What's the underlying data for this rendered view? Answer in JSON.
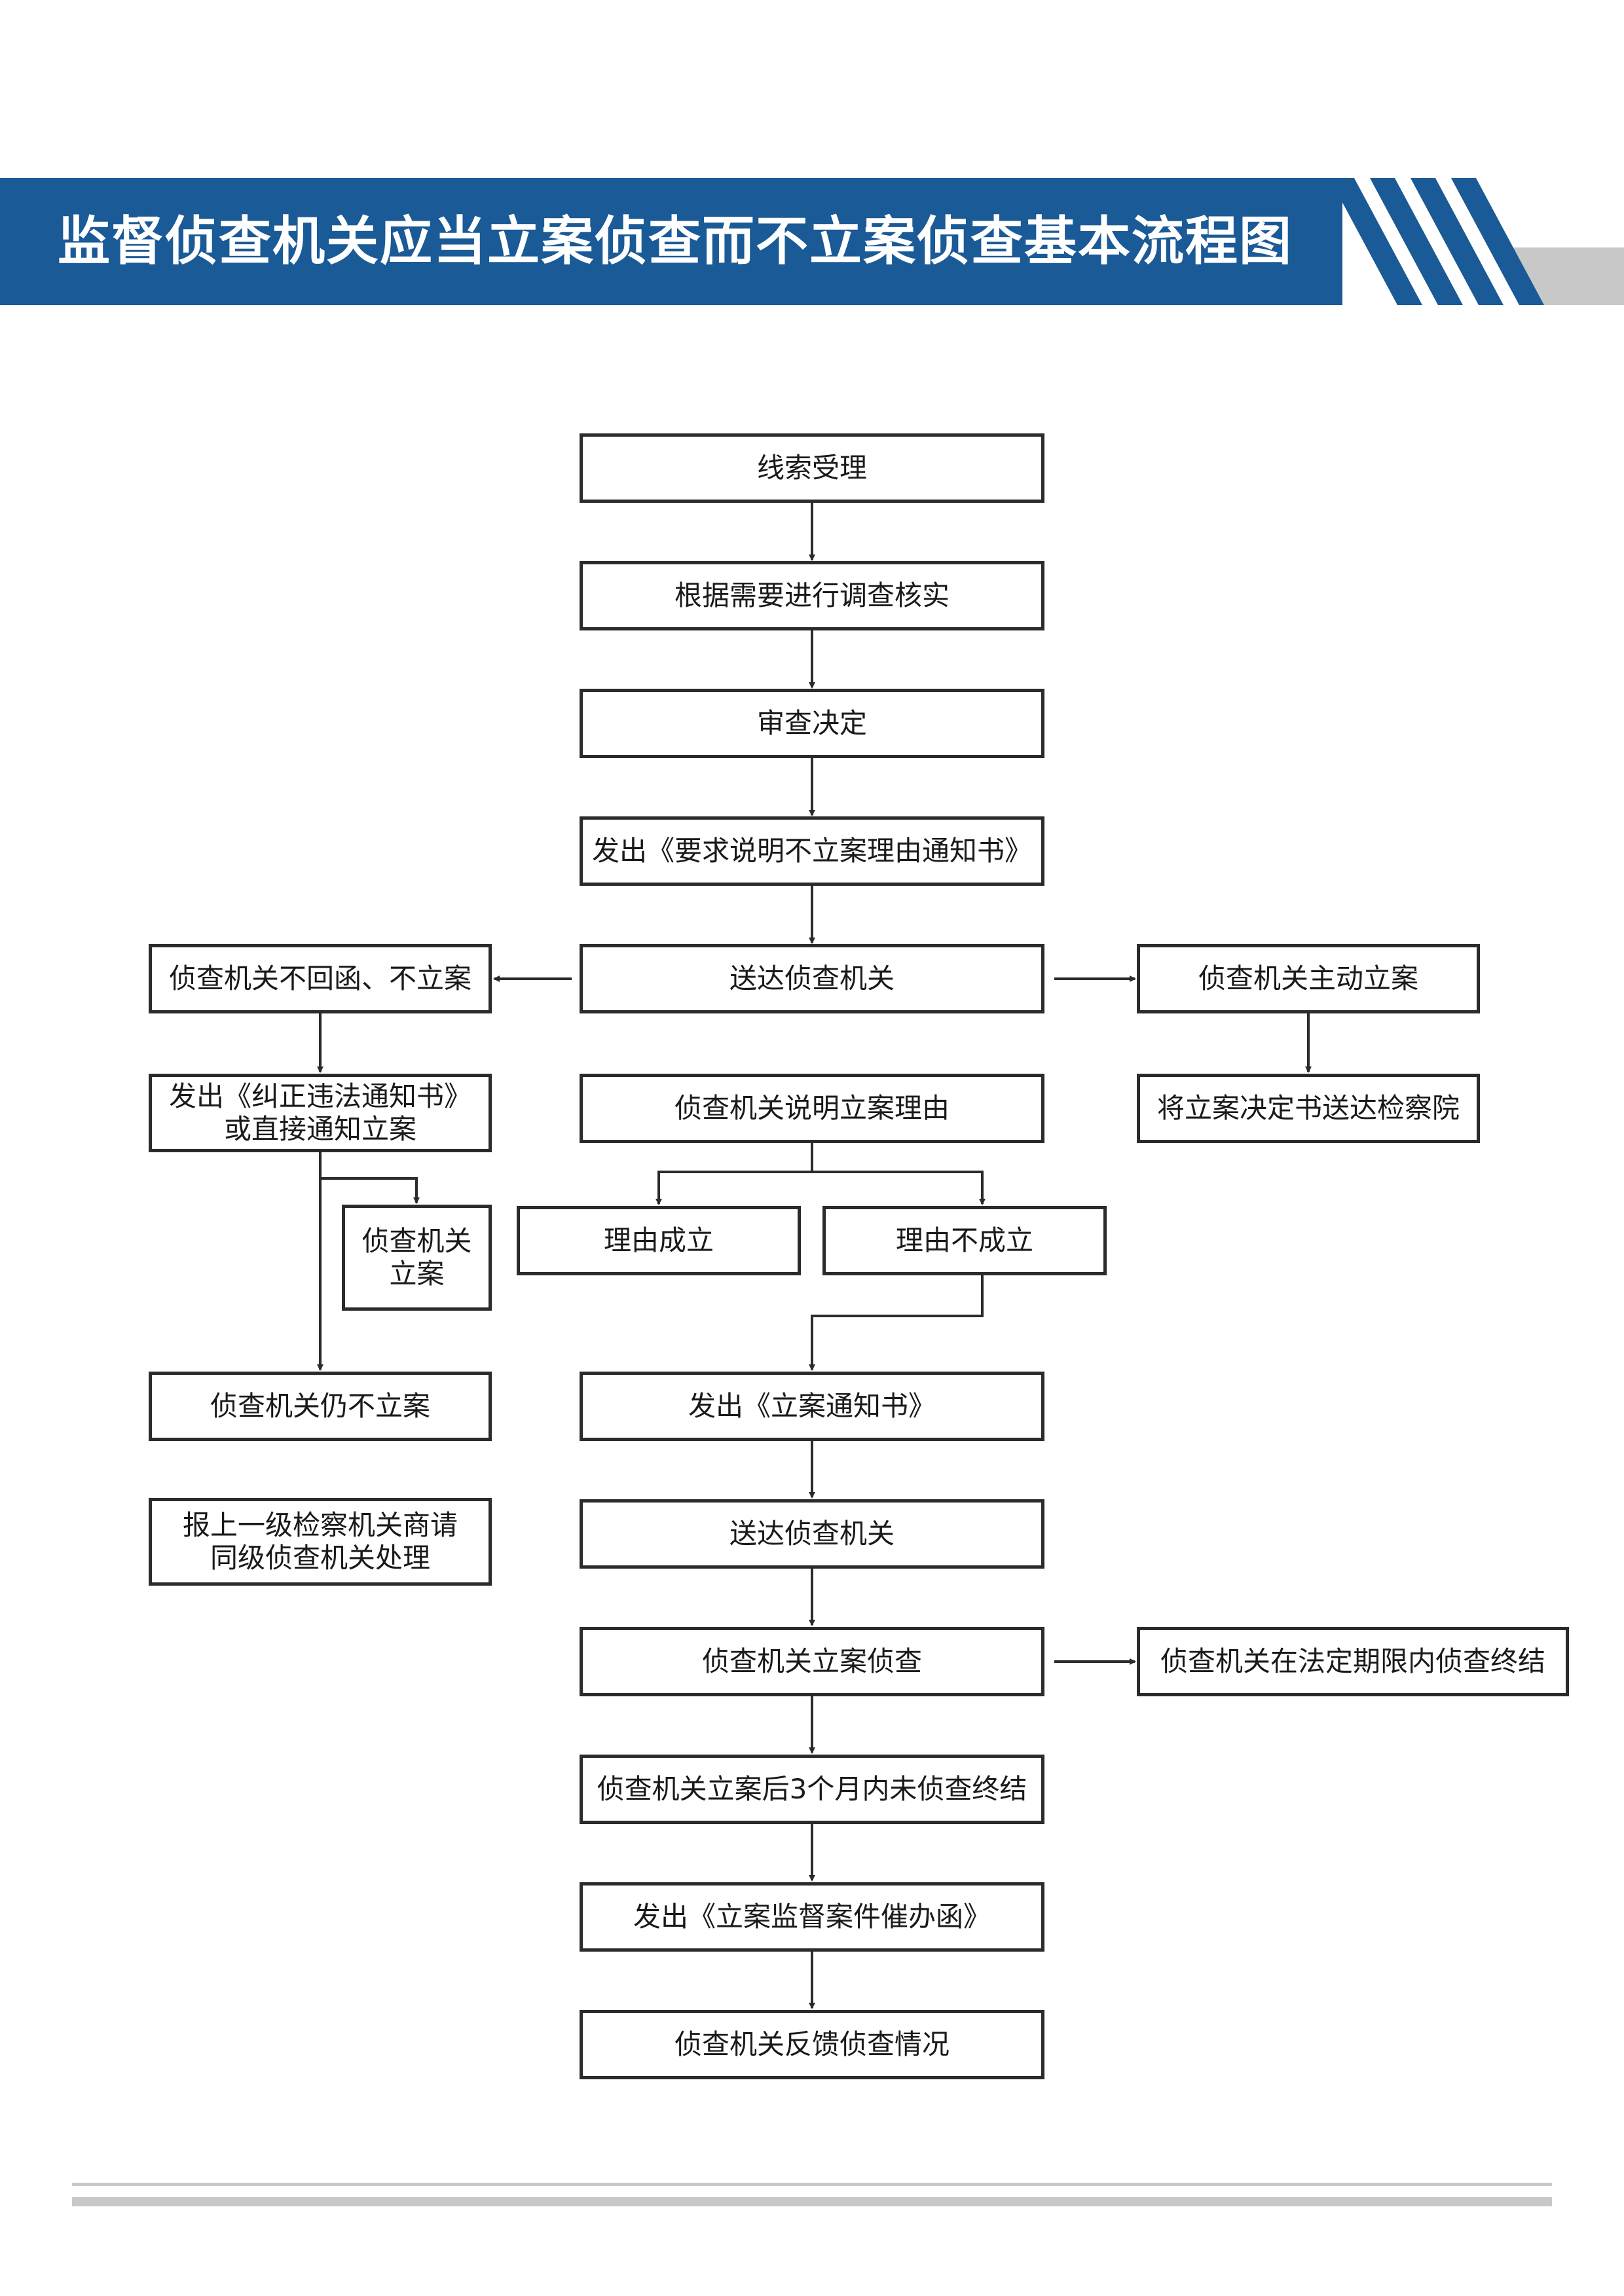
{
  "header": {
    "title": "监督侦查机关应当立案侦查而不立案侦查基本流程图",
    "band_color": "#1a5a96",
    "stripe_color": "#1a5a96",
    "tab_color": "#c8c8c8"
  },
  "flowchart": {
    "nodes": {
      "clue": "线索受理",
      "investigate": "根据需要进行调查核实",
      "review": "审查决定",
      "issue_request": "发出《要求说明不立案理由通知书》",
      "deliver_1": "送达侦查机关",
      "no_reply": "侦查机关不回函、不立案",
      "self_file": "侦查机关主动立案",
      "correction": "发出《纠正违法通知书》\n或直接通知立案",
      "explain": "侦查机关说明立案理由",
      "deliver_decision": "将立案决定书送达检察院",
      "agency_files": "侦查机关\n立案",
      "reason_valid": "理由成立",
      "reason_invalid": "理由不成立",
      "still_no_file": "侦查机关仍不立案",
      "issue_notice": "发出《立案通知书》",
      "report_superior": "报上一级检察机关商请\n同级侦查机关处理",
      "deliver_2": "送达侦查机关",
      "agency_investigates": "侦查机关立案侦查",
      "concluded": "侦查机关在法定期限内侦查终结",
      "not_concluded": "侦查机关立案后3个月内未侦查终结",
      "issue_urge": "发出《立案监督案件催办函》",
      "feedback": "侦查机关反馈侦查情况"
    },
    "edges": [
      [
        "clue",
        "investigate"
      ],
      [
        "investigate",
        "review"
      ],
      [
        "review",
        "issue_request"
      ],
      [
        "issue_request",
        "deliver_1"
      ],
      [
        "deliver_1",
        "no_reply"
      ],
      [
        "deliver_1",
        "self_file"
      ],
      [
        "no_reply",
        "correction"
      ],
      [
        "self_file",
        "deliver_decision"
      ],
      [
        "correction",
        "agency_files"
      ],
      [
        "correction",
        "still_no_file"
      ],
      [
        "explain",
        "reason_valid"
      ],
      [
        "explain",
        "reason_invalid"
      ],
      [
        "reason_invalid",
        "issue_notice"
      ],
      [
        "issue_notice",
        "deliver_2"
      ],
      [
        "deliver_2",
        "agency_investigates"
      ],
      [
        "agency_investigates",
        "concluded"
      ],
      [
        "agency_investigates",
        "not_concluded"
      ],
      [
        "not_concluded",
        "issue_urge"
      ],
      [
        "issue_urge",
        "feedback"
      ]
    ]
  }
}
